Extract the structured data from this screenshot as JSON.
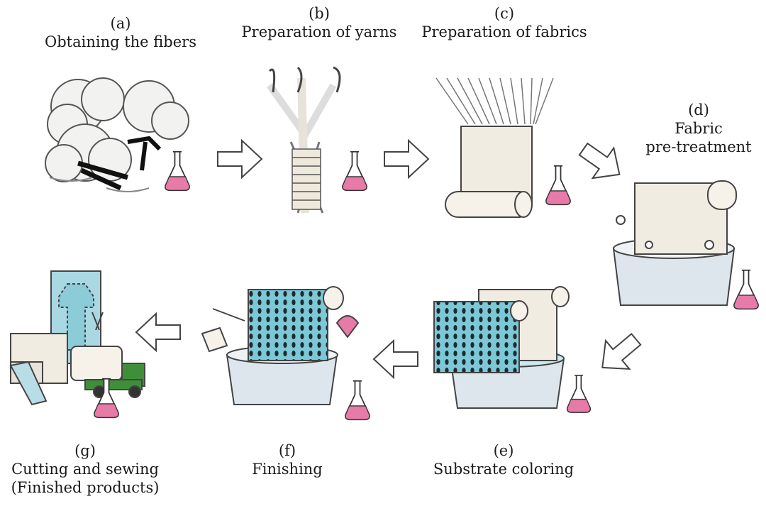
{
  "steps": [
    {
      "letter": "(a)",
      "title": "Obtaining the fibers"
    },
    {
      "letter": "(b)",
      "title": "Preparation of yarns"
    },
    {
      "letter": "(c)",
      "title": "Preparation of fabrics"
    },
    {
      "letter": "(d)",
      "title_line1": "Fabric",
      "title_line2": "pre-treatment"
    },
    {
      "letter": "(e)",
      "title": "Substrate coloring"
    },
    {
      "letter": "(f)",
      "title": "Finishing"
    },
    {
      "letter": "(g)",
      "title_line1": "Cutting and sewing",
      "title_line2": "(Finished products)"
    }
  ],
  "icons": {
    "flask": "chemical-flask-icon",
    "arrow": "process-arrow-icon"
  },
  "colors": {
    "flask_liquid": "#e87aa8",
    "fabric_pattern": "#6cc3d3",
    "truck": "#3f8f3a",
    "tub": "#dde6ec",
    "outline": "#333333"
  }
}
